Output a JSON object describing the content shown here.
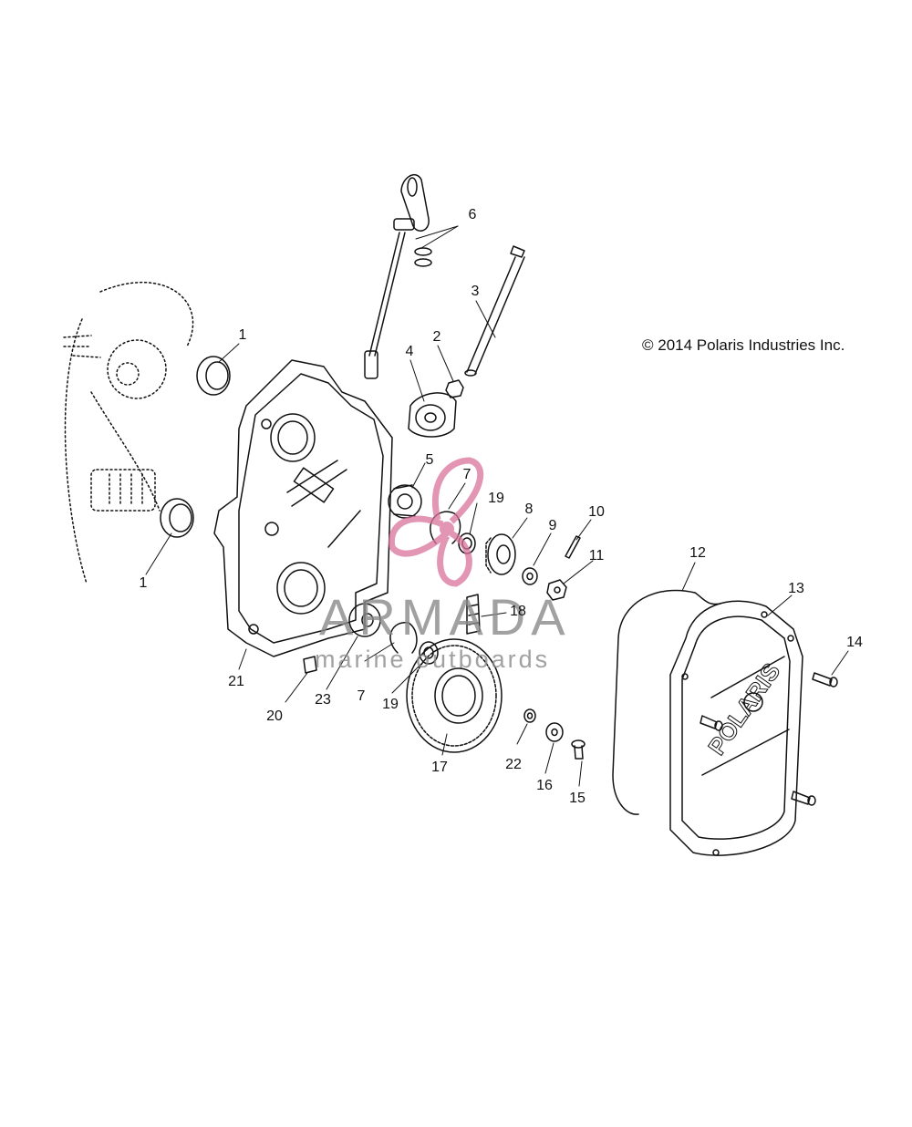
{
  "copyright": "© 2014 Polaris Industries Inc.",
  "watermark": {
    "brand": "ARMADA",
    "tagline": "marine outboards",
    "logo_color": "#d9739a",
    "text_color": "#8a8a8a"
  },
  "cover_logo_text": "POLARIS",
  "callouts": {
    "c1a": "1",
    "c1b": "1",
    "c2": "2",
    "c3": "3",
    "c4": "4",
    "c5": "5",
    "c6": "6",
    "c7a": "7",
    "c7b": "7",
    "c8": "8",
    "c9": "9",
    "c10": "10",
    "c11": "11",
    "c12": "12",
    "c13": "13",
    "c14": "14",
    "c15": "15",
    "c16": "16",
    "c17": "17",
    "c18": "18",
    "c19a": "19",
    "c19b": "19",
    "c20": "20",
    "c21": "21",
    "c22": "22",
    "c23": "23"
  }
}
